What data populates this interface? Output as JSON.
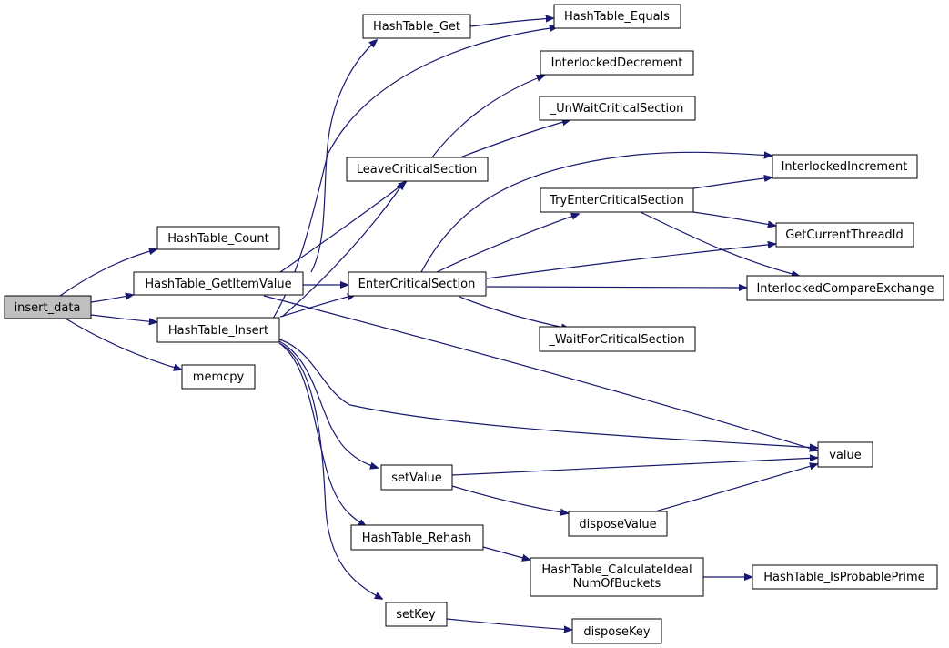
{
  "colors": {
    "edge": "#191970",
    "node_fill": "#ffffff",
    "root_fill": "#bfbfbf",
    "node_border": "#000000"
  },
  "nodes": {
    "insert_data": "insert_data",
    "hashtable_count": "HashTable_Count",
    "hashtable_getitemvalue": "HashTable_GetItemValue",
    "hashtable_insert": "HashTable_Insert",
    "memcpy": "memcpy",
    "hashtable_get": "HashTable_Get",
    "hashtable_equals": "HashTable_Equals",
    "interlockeddecrement": "InterlockedDecrement",
    "unwaitcriticalsection": "_UnWaitCriticalSection",
    "leavecriticalsection": "LeaveCriticalSection",
    "interlockedincrement": "InterlockedIncrement",
    "tryentercriticalsection": "TryEnterCriticalSection",
    "getcurrentthreadid": "GetCurrentThreadId",
    "entercriticalsection": "EnterCriticalSection",
    "interlockedcompareexchange": "InterlockedCompareExchange",
    "waitforcriticalsection": "_WaitForCriticalSection",
    "value": "value",
    "setvalue": "setValue",
    "disposevalue": "disposeValue",
    "hashtable_rehash": "HashTable_Rehash",
    "hashtable_calculateidealnumofbuckets_1": "HashTable_CalculateIdeal",
    "hashtable_calculateidealnumofbuckets_2": "NumOfBuckets",
    "hashtable_isprobableprime": "HashTable_IsProbablePrime",
    "setkey": "setKey",
    "disposekey": "disposeKey"
  },
  "edges": [
    [
      "insert_data",
      "hashtable_count"
    ],
    [
      "insert_data",
      "hashtable_getitemvalue"
    ],
    [
      "insert_data",
      "hashtable_insert"
    ],
    [
      "insert_data",
      "memcpy"
    ],
    [
      "hashtable_getitemvalue",
      "hashtable_get"
    ],
    [
      "hashtable_getitemvalue",
      "leavecriticalsection"
    ],
    [
      "hashtable_getitemvalue",
      "entercriticalsection"
    ],
    [
      "hashtable_getitemvalue",
      "value"
    ],
    [
      "hashtable_insert",
      "hashtable_equals"
    ],
    [
      "hashtable_insert",
      "leavecriticalsection"
    ],
    [
      "hashtable_insert",
      "entercriticalsection"
    ],
    [
      "hashtable_insert",
      "value"
    ],
    [
      "hashtable_insert",
      "setvalue"
    ],
    [
      "hashtable_insert",
      "hashtable_rehash"
    ],
    [
      "hashtable_insert",
      "setkey"
    ],
    [
      "hashtable_get",
      "hashtable_equals"
    ],
    [
      "leavecriticalsection",
      "interlockeddecrement"
    ],
    [
      "leavecriticalsection",
      "unwaitcriticalsection"
    ],
    [
      "entercriticalsection",
      "interlockedincrement"
    ],
    [
      "entercriticalsection",
      "tryentercriticalsection"
    ],
    [
      "entercriticalsection",
      "getcurrentthreadid"
    ],
    [
      "entercriticalsection",
      "interlockedcompareexchange"
    ],
    [
      "entercriticalsection",
      "waitforcriticalsection"
    ],
    [
      "tryentercriticalsection",
      "interlockedincrement"
    ],
    [
      "tryentercriticalsection",
      "getcurrentthreadid"
    ],
    [
      "tryentercriticalsection",
      "interlockedcompareexchange"
    ],
    [
      "setvalue",
      "value"
    ],
    [
      "setvalue",
      "disposevalue"
    ],
    [
      "disposevalue",
      "value"
    ],
    [
      "hashtable_rehash",
      "hashtable_calculateidealnumofbuckets"
    ],
    [
      "hashtable_calculateidealnumofbuckets",
      "hashtable_isprobableprime"
    ],
    [
      "setkey",
      "disposekey"
    ]
  ]
}
